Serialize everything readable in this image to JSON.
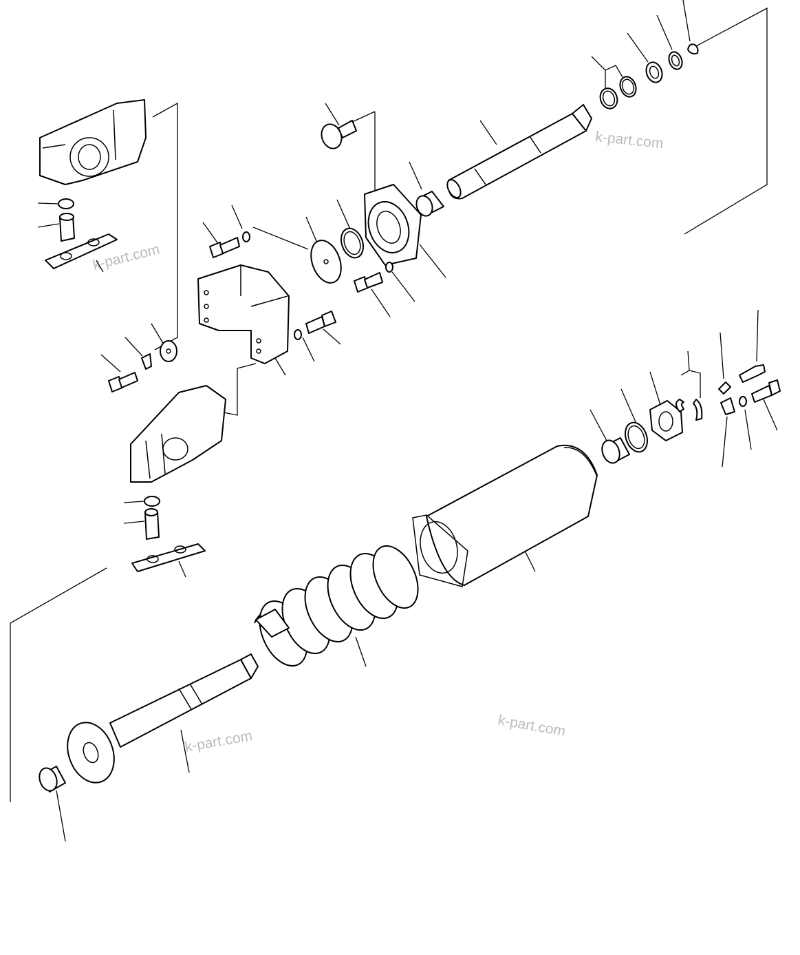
{
  "watermarks": [
    "k-part.com",
    "k-part.com",
    "k-part.com",
    "k-part.com"
  ],
  "colors": {
    "line": "#000000",
    "background": "#ffffff",
    "watermark": "#bbbbbb"
  }
}
